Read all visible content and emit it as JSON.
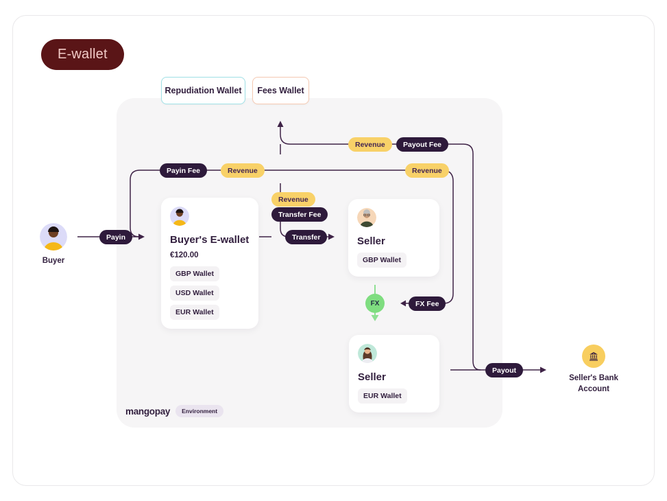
{
  "page": {
    "title_badge": "E-wallet"
  },
  "wallets": {
    "repudiation": "Repudiation Wallet",
    "fees": "Fees Wallet"
  },
  "actors": {
    "buyer": {
      "label": "Buyer"
    },
    "seller_bank": {
      "label_line1": "Seller's Bank",
      "label_line2": "Account"
    }
  },
  "cards": {
    "buyer_wallet": {
      "title": "Buyer's E-wallet",
      "balance": "€120.00",
      "tags": [
        "GBP Wallet",
        "USD Wallet",
        "EUR Wallet"
      ]
    },
    "seller_gbp": {
      "title": "Seller",
      "tags": [
        "GBP Wallet"
      ]
    },
    "seller_eur": {
      "title": "Seller",
      "tags": [
        "EUR Wallet"
      ]
    }
  },
  "flow_labels": {
    "payin": "Payin",
    "payin_fee": "Payin Fee",
    "revenue_payin_line": "Revenue",
    "revenue_transfer_line": "Revenue",
    "revenue_right_line": "Revenue",
    "revenue_top_line": "Revenue",
    "transfer_fee": "Transfer Fee",
    "transfer": "Transfer",
    "payout_fee": "Payout Fee",
    "payout": "Payout",
    "fx": "FX",
    "fx_fee": "FX Fee"
  },
  "footer": {
    "brand": "mangopay",
    "environment": "Environment"
  },
  "colors": {
    "line": "#3F2347",
    "dark_pill": "#2E1A3B",
    "gold_pill": "#F8D168",
    "ink": "#33203F",
    "maroon": "#5A1517",
    "maroon_text": "#F2CBC7",
    "green": "#7FDD80",
    "green_soft": "#8FE093",
    "bank_yellow": "#F8CE5F",
    "panel": "#F6F5F6",
    "tag_bg": "#F4F2F4",
    "env_bg": "#EAE4EF",
    "repudiation_border": "#9FE0E6",
    "fees_border": "#F5C9B2"
  }
}
